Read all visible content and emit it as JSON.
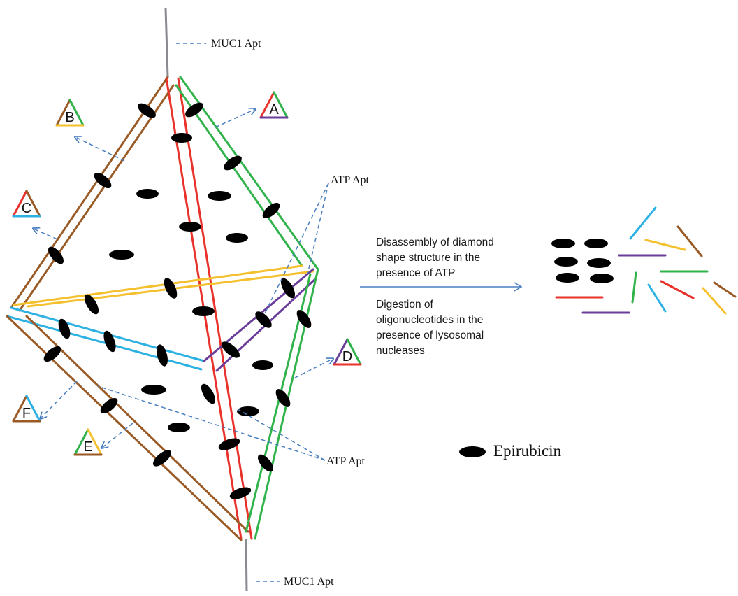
{
  "colors": {
    "brown": "#9a5a26",
    "red": "#e8322b",
    "green": "#2fb34a",
    "blue": "#2db1e3",
    "yellow": "#f4c02d",
    "purple": "#6a3d9a",
    "axis": "#8a8a90",
    "dash": "#4a7fc0",
    "drug": "#000000"
  },
  "labels": {
    "muc1_top": "MUC1 Apt",
    "muc1_bottom": "MUC1 Apt",
    "atp_top": "ATP Apt",
    "atp_bottom": "ATP Apt",
    "legend": "Epirubicin"
  },
  "process_notes": {
    "line1": "Disassembly of diamond",
    "line2": "shape structure  in the",
    "line3": "presence of ATP",
    "line4": "Digestion of",
    "line5": "oligonucleotides in the",
    "line6": "presence of lysosomal",
    "line7": "nucleases"
  },
  "triangles": [
    {
      "letter": "A",
      "left": "red",
      "right": "green",
      "bottom": "purple"
    },
    {
      "letter": "B",
      "left": "brown",
      "right": "green",
      "bottom": "yellow"
    },
    {
      "letter": "C",
      "left": "red",
      "right": "brown",
      "bottom": "blue"
    },
    {
      "letter": "D",
      "left": "purple",
      "right": "green",
      "bottom": "red"
    },
    {
      "letter": "E",
      "left": "green",
      "right": "yellow",
      "bottom": "brown"
    },
    {
      "letter": "F",
      "left": "brown",
      "right": "blue",
      "bottom": "brown"
    }
  ]
}
